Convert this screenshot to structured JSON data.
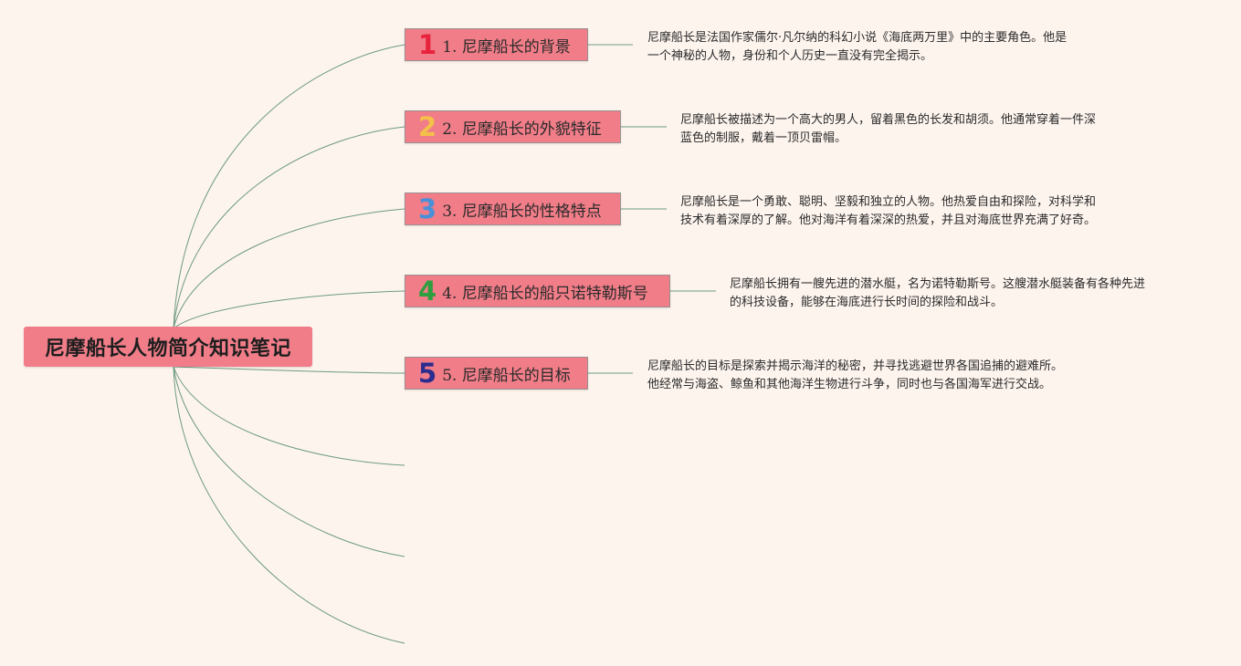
{
  "title": "尼摩船长人物简介知识笔记",
  "colors": {
    "background": "#fdf4ee",
    "node_fill": "#f07d88",
    "connector": "#6d9a82",
    "num_1": "#e8233d",
    "num_2": "#f4c04a",
    "num_3": "#4a90d9",
    "num_4": "#2e9e3e",
    "num_5": "#2b2d8e"
  },
  "branches": [
    {
      "num": "1",
      "label": "1. 尼摩船长的背景",
      "note_lines": [
        "尼摩船长是法国作家儒尔·凡尔纳的科幻小说《海底两万里》中的主要角色。他是",
        "一个神秘的人物，身份和个人历史一直没有完全揭示。"
      ]
    },
    {
      "num": "2",
      "label": "2. 尼摩船长的外貌特征",
      "note_lines": [
        "尼摩船长被描述为一个高大的男人，留着黑色的长发和胡须。他通常穿着一件深",
        "蓝色的制服，戴着一顶贝雷帽。"
      ]
    },
    {
      "num": "3",
      "label": "3. 尼摩船长的性格特点",
      "note_lines": [
        "尼摩船长是一个勇敢、聪明、坚毅和独立的人物。他热爱自由和探险，对科学和",
        "技术有着深厚的了解。他对海洋有着深深的热爱，并且对海底世界充满了好奇。"
      ]
    },
    {
      "num": "4",
      "label": "4. 尼摩船长的船只诺特勒斯号",
      "note_lines": [
        "尼摩船长拥有一艘先进的潜水艇，名为诺特勒斯号。这艘潜水艇装备有各种先进",
        "的科技设备，能够在海底进行长时间的探险和战斗。"
      ]
    },
    {
      "num": "5",
      "label": "5. 尼摩船长的目标",
      "note_lines": [
        "尼摩船长的目标是探索并揭示海洋的秘密，并寻找逃避世界各国追捕的避难所。",
        "他经常与海盗、鲸鱼和其他海洋生物进行斗争，同时也与各国海军进行交战。"
      ]
    }
  ]
}
